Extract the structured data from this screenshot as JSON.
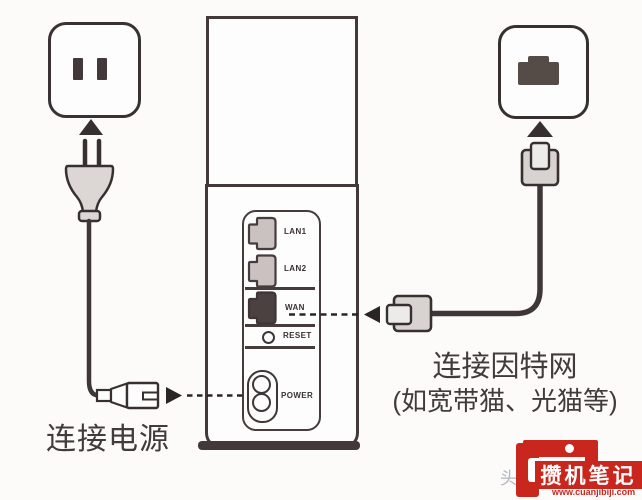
{
  "diagram_title": "router-connection-diagram",
  "router": {
    "ports": [
      {
        "label": "LAN1",
        "type": "lan",
        "color": "#c9c2c0"
      },
      {
        "label": "LAN2",
        "type": "lan",
        "color": "#c9c2c0"
      },
      {
        "label": "WAN",
        "type": "wan",
        "color": "#4a4140"
      }
    ],
    "reset_label": "RESET",
    "power_label": "POWER"
  },
  "captions": {
    "connect_power": "连接电源",
    "connect_internet_line1": "连接因特网",
    "connect_internet_line2": "(如宽带猫、光猫等)"
  },
  "watermark": {
    "brand": "攒机笔记",
    "url": "www.cuanjibiji.com",
    "partial_char": "头",
    "red": "#c9261d"
  },
  "icons": {
    "up-arrow": "▲",
    "right-arrow": "►",
    "left-arrow": "◄",
    "ethernet-jack": "dark RJ45 socket silhouette",
    "power-plug": "two-prong plug",
    "dc-connector": "barrel power connector"
  },
  "colors": {
    "outline": "#3f3636",
    "connector_gray": "#d8d3d1",
    "lan_port_gray": "#c9c2c0",
    "wan_port_dark": "#4a4140",
    "text": "#413b3b",
    "accent_red": "#c9261d",
    "background": "#fcfbfa"
  }
}
